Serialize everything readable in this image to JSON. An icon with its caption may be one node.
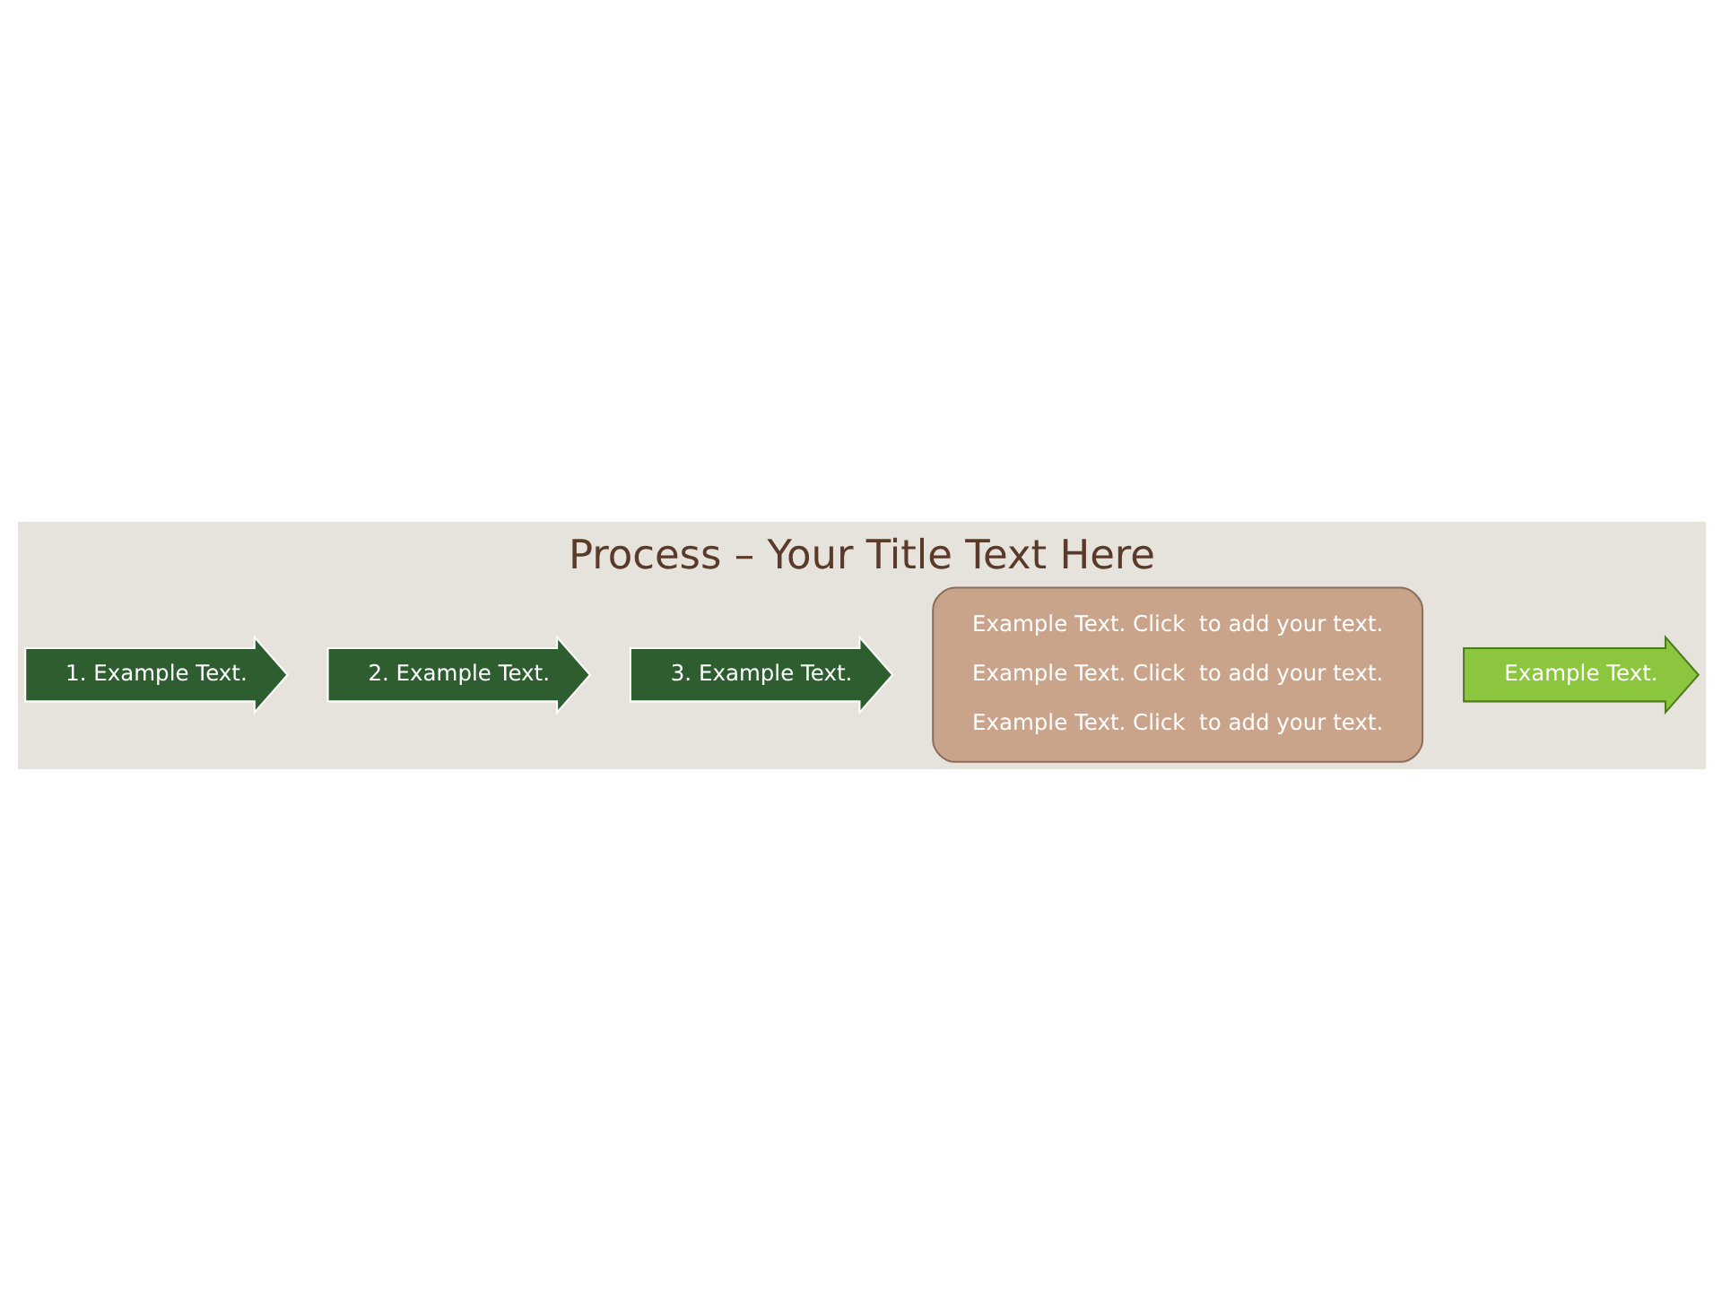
{
  "diagram": {
    "title": "Process – Your Title Text Here",
    "nodes": [
      {
        "text": [
          "1. Example Text."
        ]
      },
      {
        "text": [
          "2. Example Text."
        ]
      },
      {
        "text": [
          "3. Example Text."
        ]
      },
      {
        "text": [
          "Example Text. Click  to add your text.",
          "Example Text. Click  to add your text.",
          "Example Text. Click  to add your text."
        ]
      },
      {
        "text": [
          "Example Text."
        ]
      }
    ]
  }
}
